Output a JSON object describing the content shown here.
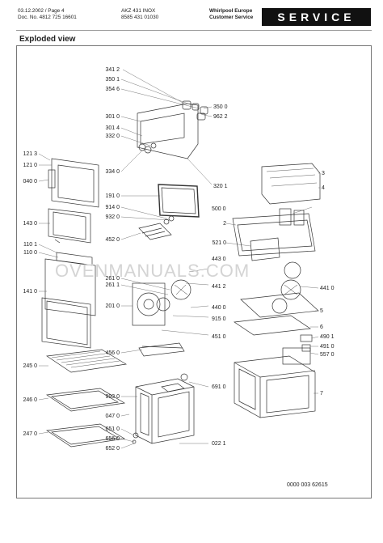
{
  "header": {
    "date_page": "03.12.2002 / Page 4",
    "doc_no": "Doc. No. 4812 725 16601",
    "model": "AKZ 431 INOX",
    "model_code": "8585 431 01030",
    "brand": "Whirlpool Europe",
    "dept": "Customer Service",
    "service_label": "SERVICE"
  },
  "title": "Exploded view",
  "watermark": "OVENMANUALS.COM",
  "drawing_ref": "0000 003 62615",
  "callouts": {
    "c3412": "341 2",
    "c3501": "350 1",
    "c3546": "354 6",
    "c3500": "350 0",
    "c9622": "962 2",
    "c3010": "301 0",
    "c3014": "301 4",
    "c3320": "332 0",
    "c3340": "334 0",
    "c3201": "320 1",
    "c1213": "121 3",
    "c1210": "121 0",
    "c0400": "040 0",
    "c1910": "191 0",
    "c9140": "914 0",
    "c9320": "932 0",
    "c5000": "500 0",
    "c1430": "143 0",
    "c4520": "452 0",
    "c5210": "521 0",
    "c1101": "110 1",
    "c1100": "110 0",
    "c4430": "443 0",
    "c2610": "261 0",
    "c2611": "261 1",
    "c4412": "441 2",
    "c4410": "441 0",
    "c1410": "141 0",
    "c2010": "201 0",
    "c4400": "440 0",
    "c9150": "915 0",
    "c4510": "451 0",
    "c4901": "490 1",
    "c4910": "491 0",
    "c5570": "557 0",
    "c4560": "456 0",
    "c2450": "245 0",
    "c6910": "691 0",
    "c2460": "246 0",
    "c9930": "993 0",
    "c0470": "047 0",
    "c2470": "247 0",
    "c6510": "651 0",
    "c6560": "656 0",
    "c6520": "652 0",
    "c0221": "022 1",
    "n3": "3",
    "n4": "4",
    "n2": "2",
    "n6": "6",
    "n5": "5",
    "n7": "7"
  }
}
